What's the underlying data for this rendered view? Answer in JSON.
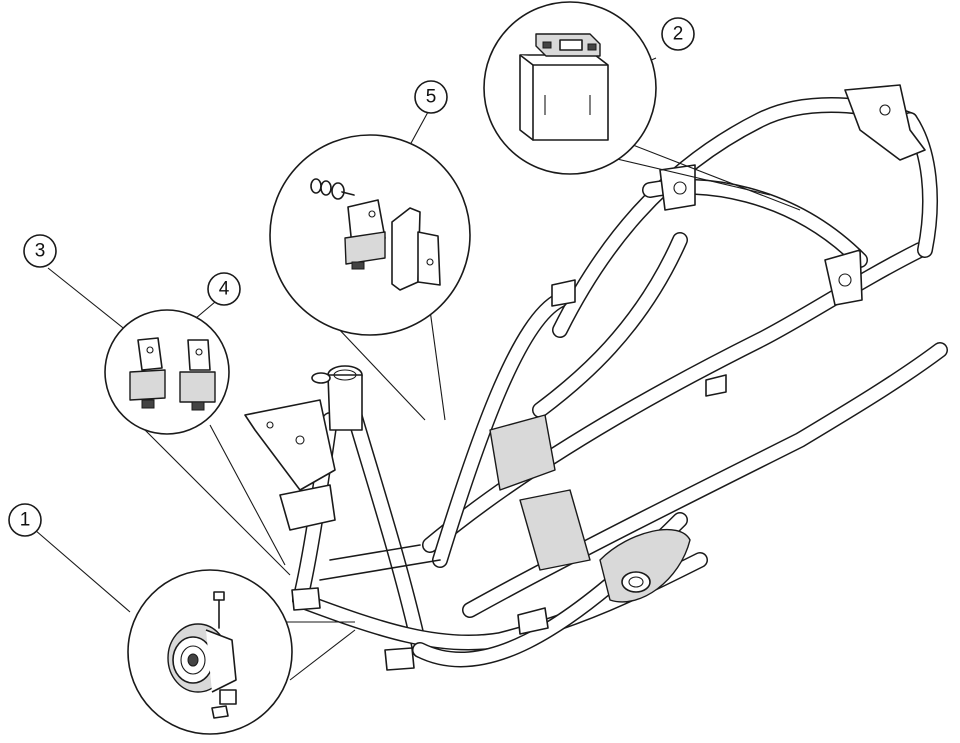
{
  "diagram": {
    "callouts": [
      {
        "number": "1",
        "part": "horn"
      },
      {
        "number": "2",
        "part": "battery"
      },
      {
        "number": "3",
        "part": "rubber-mount-left"
      },
      {
        "number": "4",
        "part": "rubber-mount-right"
      },
      {
        "number": "5",
        "part": "bracket-with-bolt"
      }
    ]
  }
}
